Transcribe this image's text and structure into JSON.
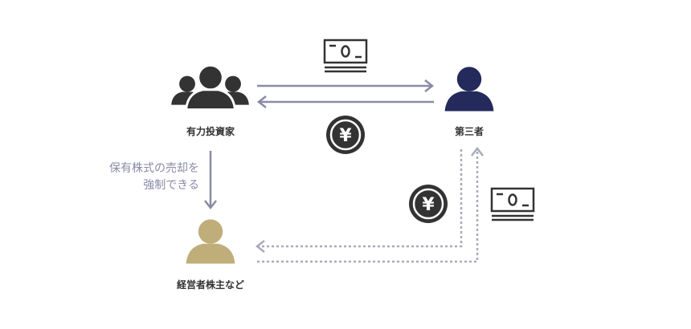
{
  "nodes": {
    "investors": {
      "label": "有力投資家"
    },
    "third_party": {
      "label": "第三者"
    },
    "management": {
      "label": "経営者株主など"
    }
  },
  "caption": {
    "line1": "保有株式の売却を",
    "line2": "強制できる"
  },
  "icons": {
    "investors": "group-people-icon",
    "third_party": "person-icon",
    "management": "person-icon",
    "bill": "banknote-icon",
    "coin": "yen-coin-icon"
  },
  "colors": {
    "investors": "#333333",
    "third_party": "#252a5c",
    "management": "#bfae7a",
    "arrow": "#8a8aa5",
    "icon": "#333333"
  },
  "coin_symbol": "¥"
}
